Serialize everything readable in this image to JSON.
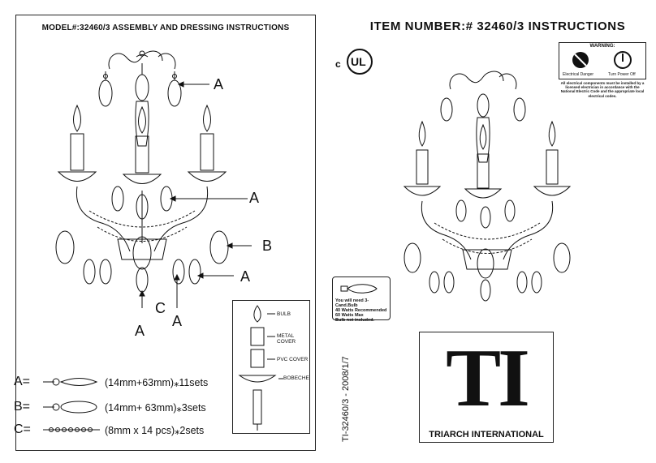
{
  "left_panel": {
    "title": "MODEL#:32460/3  ASSEMBLY AND DRESSING INSTRUCTIONS",
    "callouts": [
      "A",
      "A",
      "B",
      "A",
      "C",
      "A",
      "A"
    ],
    "legend": [
      {
        "letter": "A=",
        "desc": "(14mm+63mm)⁎11sets"
      },
      {
        "letter": "B=",
        "desc": "(14mm+ 63mm)⁎3sets"
      },
      {
        "letter": "C=",
        "desc": "(8mm x 14 pcs)⁎2sets"
      }
    ],
    "assembly_labels": {
      "bulb": "BULB",
      "metal_cover": "METAL COVER",
      "pvc_cover": "PVC COVER",
      "bobeche": "BOBECHE"
    }
  },
  "right_panel": {
    "title": "ITEM NUMBER:# 32460/3  INSTRUCTIONS",
    "ul_mark": {
      "c": "c",
      "ul": "UL"
    },
    "warning": {
      "title": "WARNING:",
      "left_label": "Electrical Danger",
      "right_label": "Turn Power Off",
      "note": "All electrical components must be installed by a licensed electrician in accordance with the National Electric Code and the appropriate local electrical codes."
    },
    "bulb_note": "You will need 3-Cand.Bulb\n40 Watts Recommended\n60 Watts Max\nBulb not included.",
    "vertical_text": "TI-32460/3 - 2008/1/7",
    "logo": {
      "letters": "TI",
      "name": "TRIARCH INTERNATIONAL"
    }
  },
  "colors": {
    "ink": "#111111",
    "paper": "#ffffff"
  }
}
